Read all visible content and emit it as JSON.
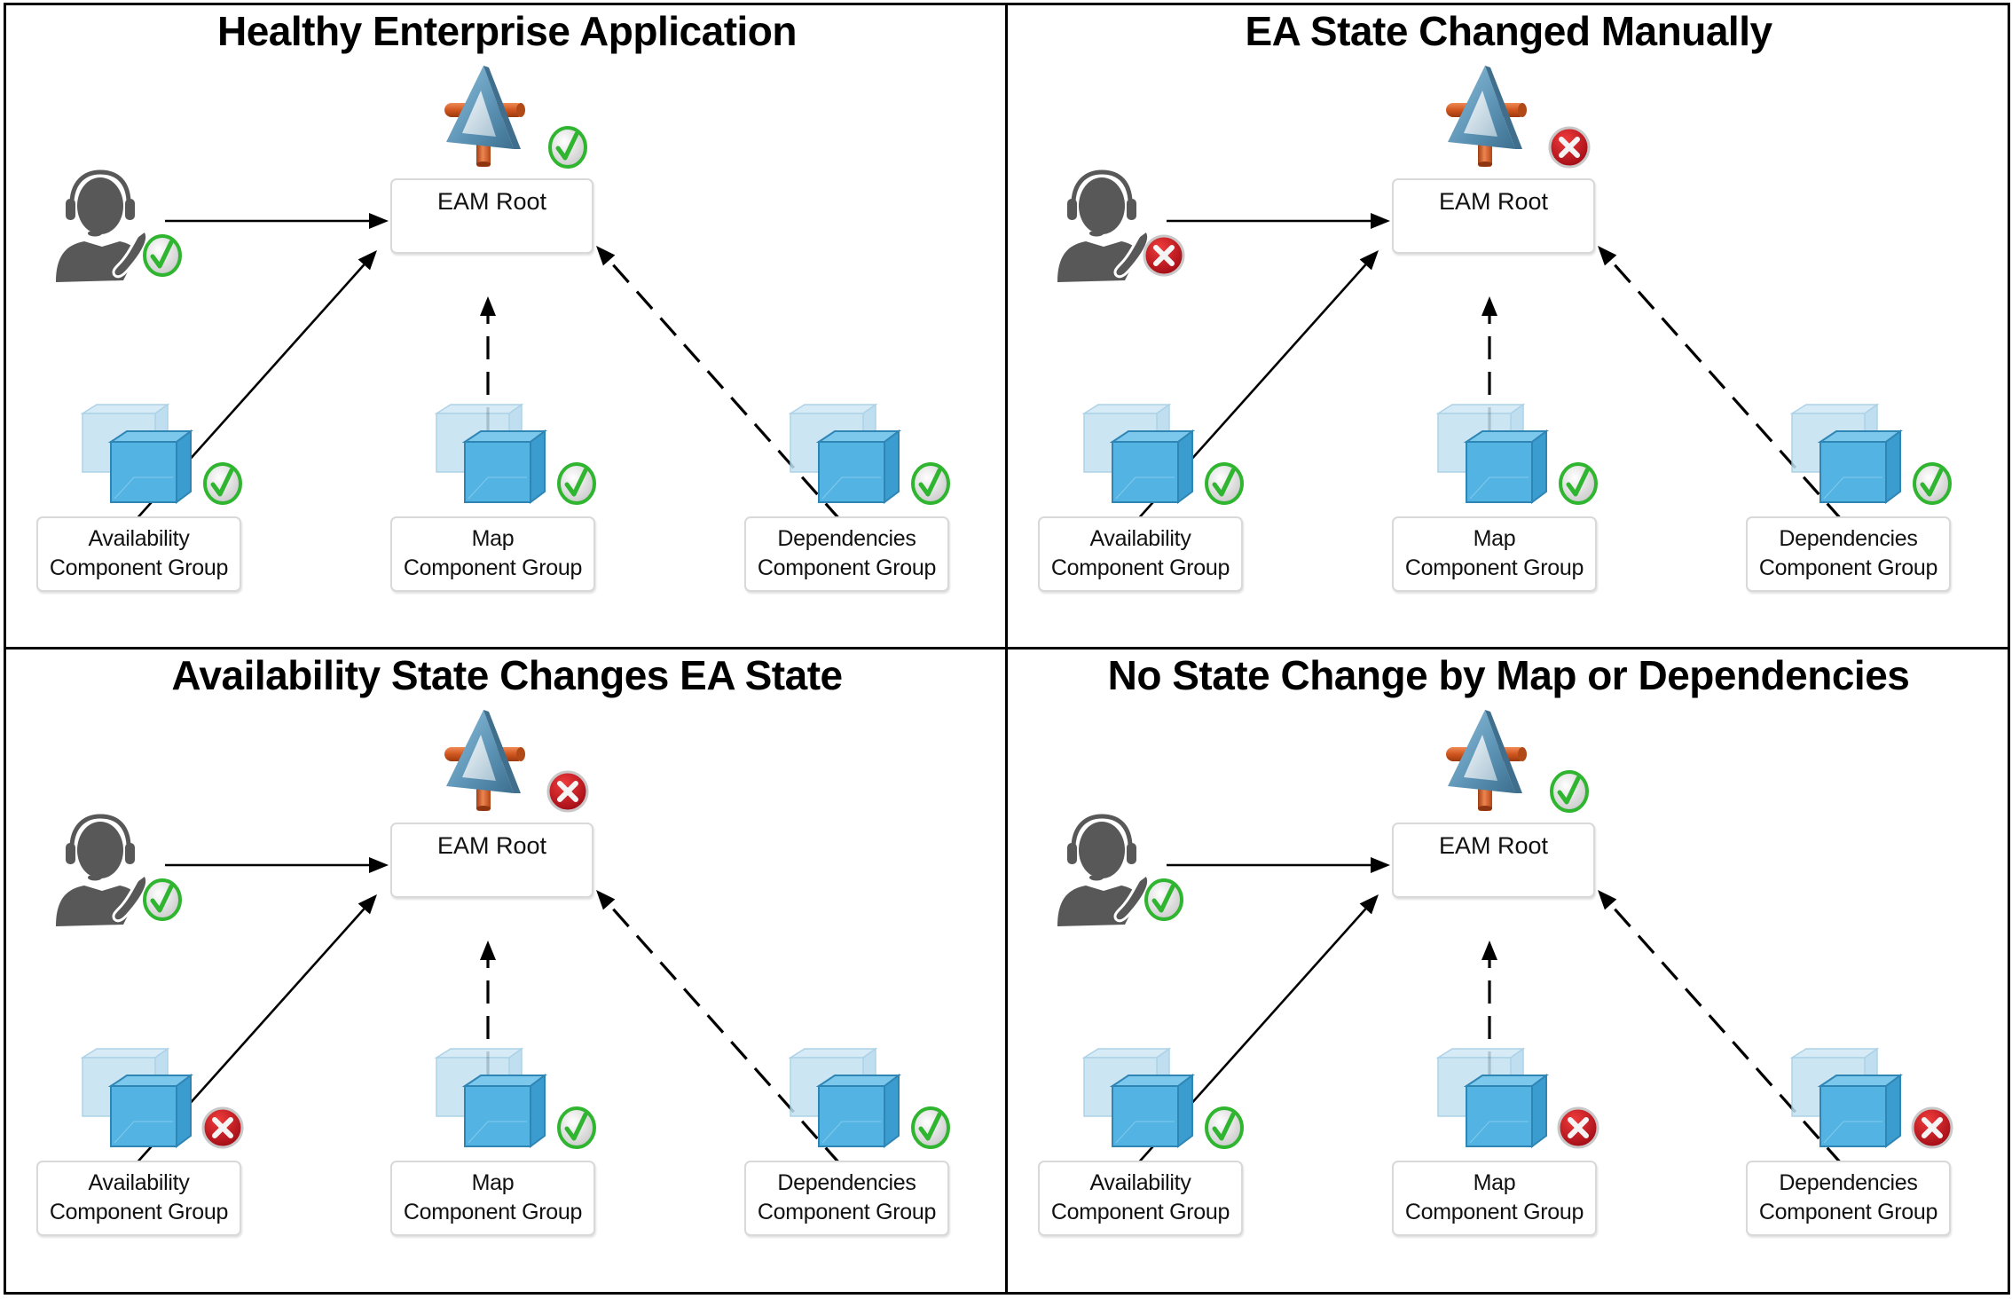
{
  "diagram": {
    "type": "state-propagation-diagram",
    "panels": [
      {
        "title": "Healthy Enterprise Application",
        "root": {
          "label": "EAM Root",
          "state": "ok"
        },
        "operator": {
          "state": "ok"
        },
        "groups": [
          {
            "line1": "Availability",
            "line2": "Component Group",
            "state": "ok"
          },
          {
            "line1": "Map",
            "line2": "Component Group",
            "state": "ok"
          },
          {
            "line1": "Dependencies",
            "line2": "Component Group",
            "state": "ok"
          }
        ]
      },
      {
        "title": "EA State Changed Manually",
        "root": {
          "label": "EAM Root",
          "state": "error"
        },
        "operator": {
          "state": "error"
        },
        "groups": [
          {
            "line1": "Availability",
            "line2": "Component Group",
            "state": "ok"
          },
          {
            "line1": "Map",
            "line2": "Component Group",
            "state": "ok"
          },
          {
            "line1": "Dependencies",
            "line2": "Component Group",
            "state": "ok"
          }
        ]
      },
      {
        "title": "Availability State Changes EA State",
        "root": {
          "label": "EAM Root",
          "state": "error"
        },
        "operator": {
          "state": "ok"
        },
        "groups": [
          {
            "line1": "Availability",
            "line2": "Component Group",
            "state": "error"
          },
          {
            "line1": "Map",
            "line2": "Component Group",
            "state": "ok"
          },
          {
            "line1": "Dependencies",
            "line2": "Component Group",
            "state": "ok"
          }
        ]
      },
      {
        "title": "No State Change by Map or Dependencies",
        "root": {
          "label": "EAM Root",
          "state": "ok"
        },
        "operator": {
          "state": "ok"
        },
        "groups": [
          {
            "line1": "Availability",
            "line2": "Component Group",
            "state": "ok"
          },
          {
            "line1": "Map",
            "line2": "Component Group",
            "state": "error"
          },
          {
            "line1": "Dependencies",
            "line2": "Component Group",
            "state": "error"
          }
        ]
      }
    ],
    "edges": [
      {
        "from": "operator",
        "to": "root",
        "style": "solid"
      },
      {
        "from": "availability-group",
        "to": "root",
        "style": "solid"
      },
      {
        "from": "map-group",
        "to": "root",
        "style": "dashed"
      },
      {
        "from": "dependencies-group",
        "to": "root",
        "style": "dashed"
      }
    ],
    "icons": {
      "root": "eam-root-icon",
      "operator": "operator-headset-icon",
      "group": "component-group-cubes-icon",
      "ok": "green-check-icon",
      "error": "red-x-icon"
    },
    "colors": {
      "ok": "#2fb52f",
      "error": "#c8102e",
      "cube": "#4aaee0",
      "cube_back": "#a8d6ee",
      "root_triangle": "#5f97b8",
      "root_pipe": "#d0561f",
      "operator": "#555555"
    }
  }
}
